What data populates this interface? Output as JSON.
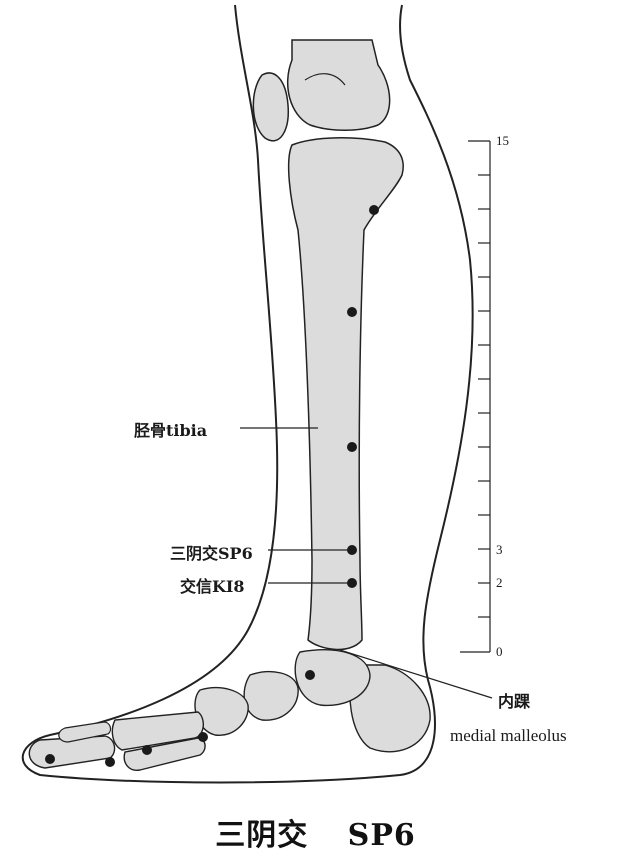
{
  "labels": {
    "tibia": "胫骨tibia",
    "sp6": "三阴交SP6",
    "ki8": "交信KI8",
    "malleolus_cn": "内踝",
    "malleolus_en": "medial malleolus"
  },
  "scale": {
    "ticks": [
      "15",
      "3",
      "2",
      "0"
    ]
  },
  "caption": {
    "cn": "三阴交",
    "code": "SP6"
  },
  "colors": {
    "bone_fill": "#dcdcdc",
    "outline": "#222222",
    "point": "#1a1a1a"
  }
}
